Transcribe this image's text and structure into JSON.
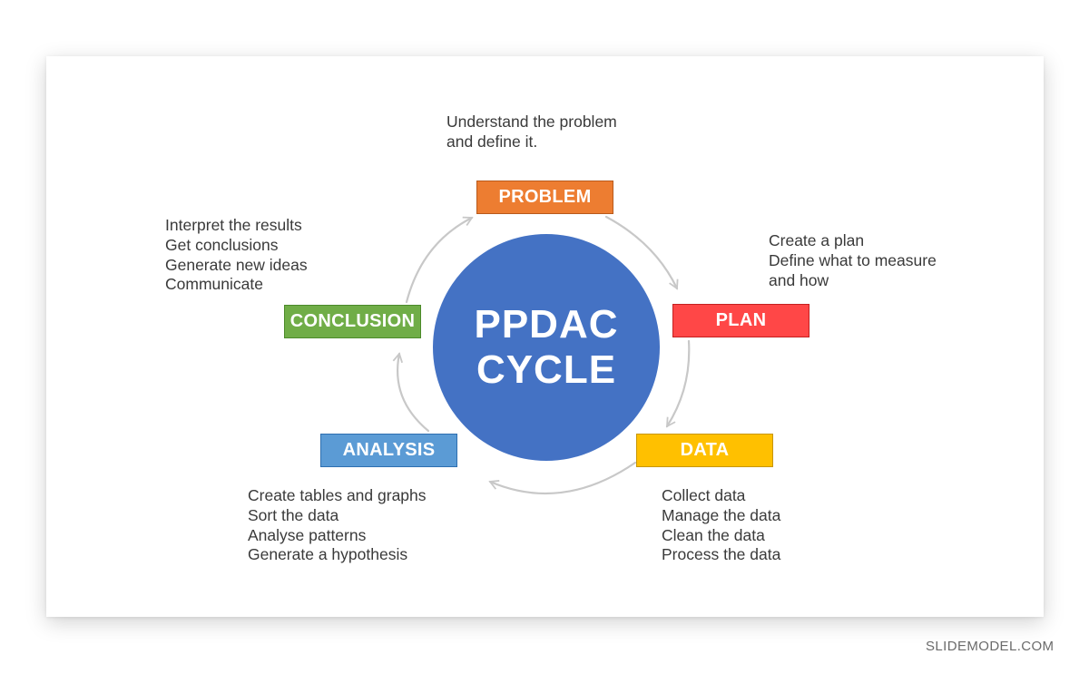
{
  "center": {
    "line1": "PPDAC",
    "line2": "CYCLE"
  },
  "stages": {
    "problem": {
      "label": "PROBLEM",
      "color": "#ed7d31",
      "description": [
        "Understand the problem",
        "and define it."
      ]
    },
    "plan": {
      "label": "PLAN",
      "color": "#ff4747",
      "description": [
        "Create a plan",
        "Define what to measure",
        "and how"
      ]
    },
    "data": {
      "label": "DATA",
      "color": "#ffc000",
      "description": [
        "Collect data",
        "Manage the data",
        "Clean the data",
        "Process the data"
      ]
    },
    "analysis": {
      "label": "ANALYSIS",
      "color": "#5b9bd5",
      "description": [
        "Create tables and graphs",
        "Sort the data",
        "Analyse patterns",
        "Generate a hypothesis"
      ]
    },
    "conclusion": {
      "label": "CONCLUSION",
      "color": "#70ad47",
      "description": [
        "Interpret the results",
        "Get conclusions",
        "Generate new ideas",
        "Communicate"
      ]
    }
  },
  "center_color": "#4472c4",
  "arrow_color": "#c8c8c8",
  "watermark": "SLIDEMODEL.COM"
}
